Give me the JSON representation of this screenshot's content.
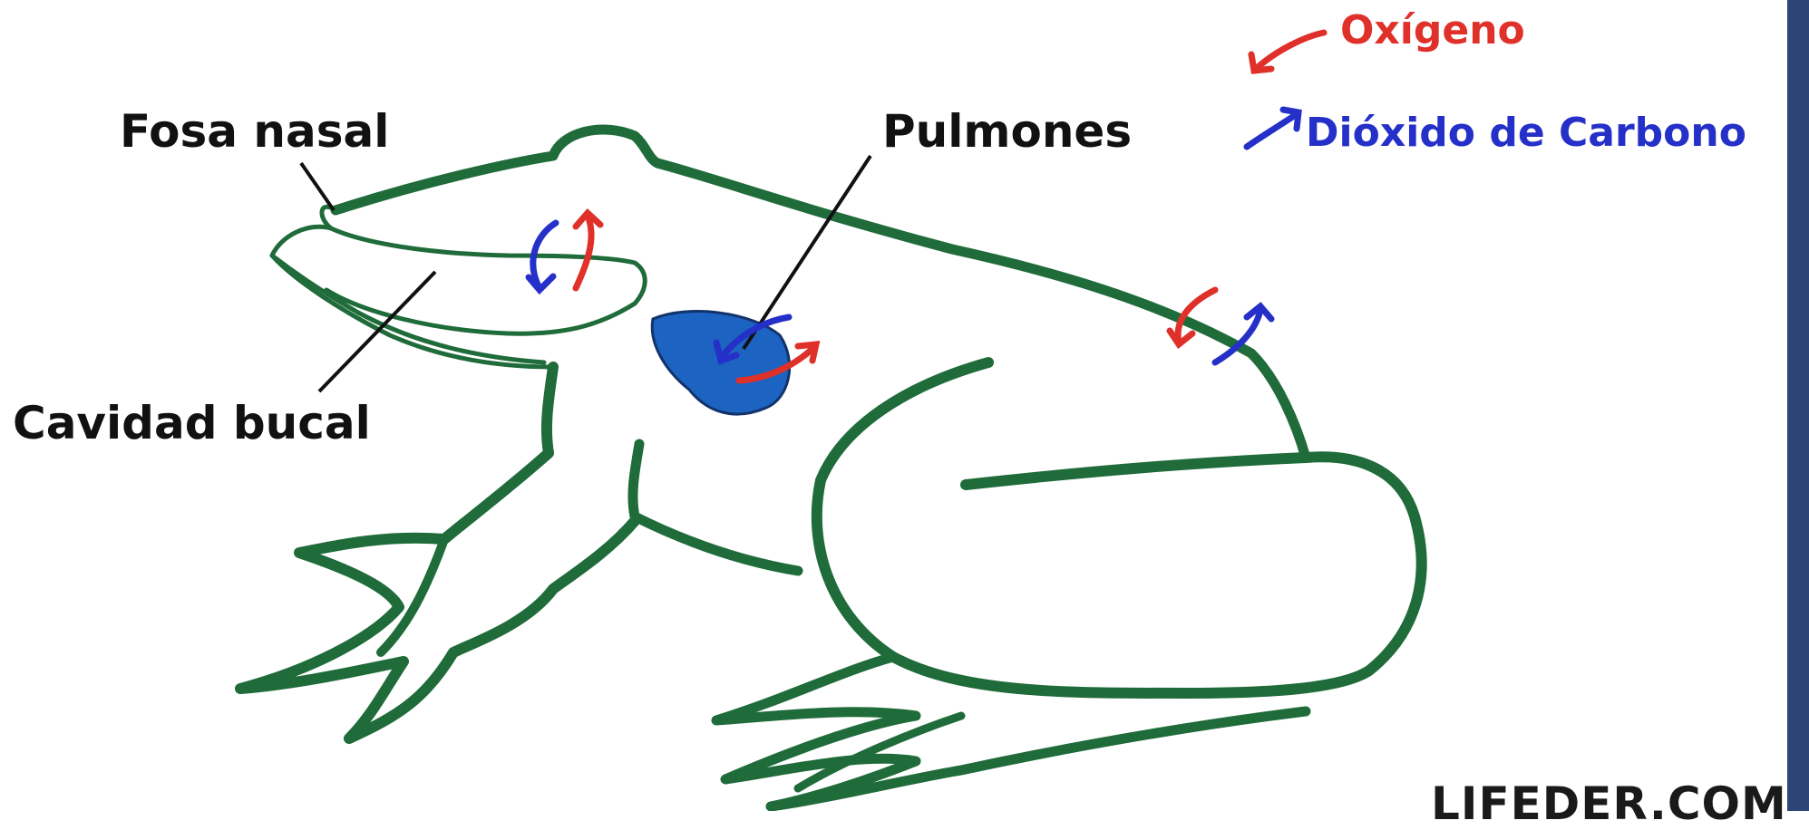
{
  "labels": {
    "fosa_nasal": "Fosa nasal",
    "pulmones": "Pulmones",
    "cavidad_bucal": "Cavidad bucal"
  },
  "legend": {
    "oxigeno": "Oxígeno",
    "dioxido": "Dióxido de Carbono"
  },
  "watermark": "LIFEDER.COM",
  "colors": {
    "outline": "#1f6b3a",
    "oxigeno": "#e0302a",
    "dioxido": "#2430c8",
    "lung": "#1c63c2",
    "label": "#111111",
    "side_bar": "#2b4576"
  },
  "icons": {
    "oxygen_arrow": "red-curved-arrow-icon",
    "co2_arrow": "blue-curved-arrow-icon"
  }
}
